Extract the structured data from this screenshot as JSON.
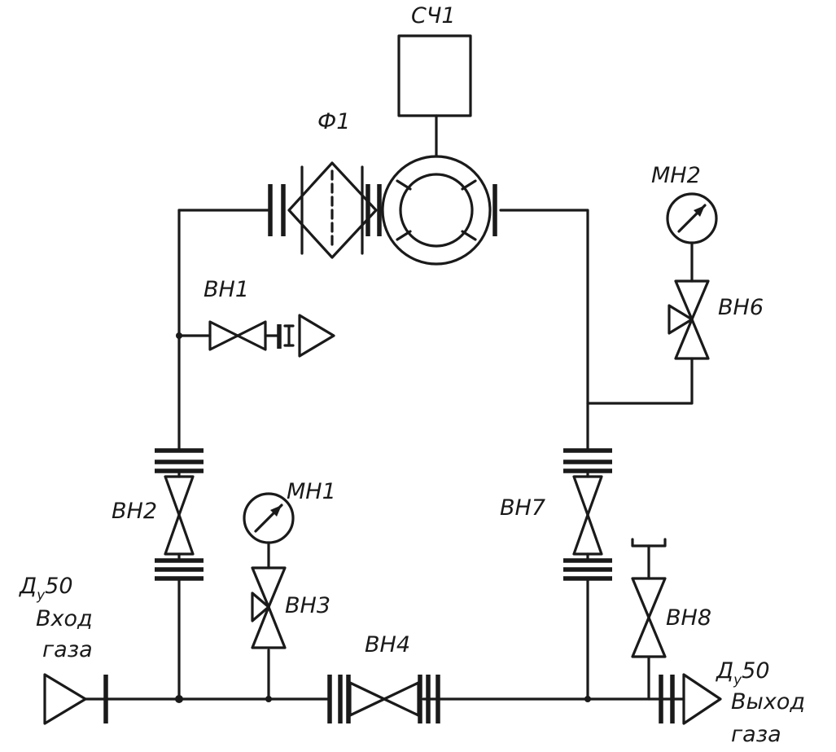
{
  "labels": {
    "counter": "СЧ1",
    "filter": "Ф1",
    "gauge_top": "МН2",
    "gauge_bottom": "МН1",
    "valve1": "ВН1",
    "valve2": "ВН2",
    "valve3": "ВН3",
    "valve4": "ВН4",
    "valve6": "ВН6",
    "valve7": "ВН7",
    "valve8": "ВН8"
  },
  "inlet": {
    "du_letter": "Д",
    "du_sub": "у",
    "du_value": "50",
    "line1": "Вход",
    "line2": "газа"
  },
  "outlet": {
    "du_letter": "Д",
    "du_sub": "у",
    "du_value": "50",
    "line1": "Выход",
    "line2": "газа"
  }
}
